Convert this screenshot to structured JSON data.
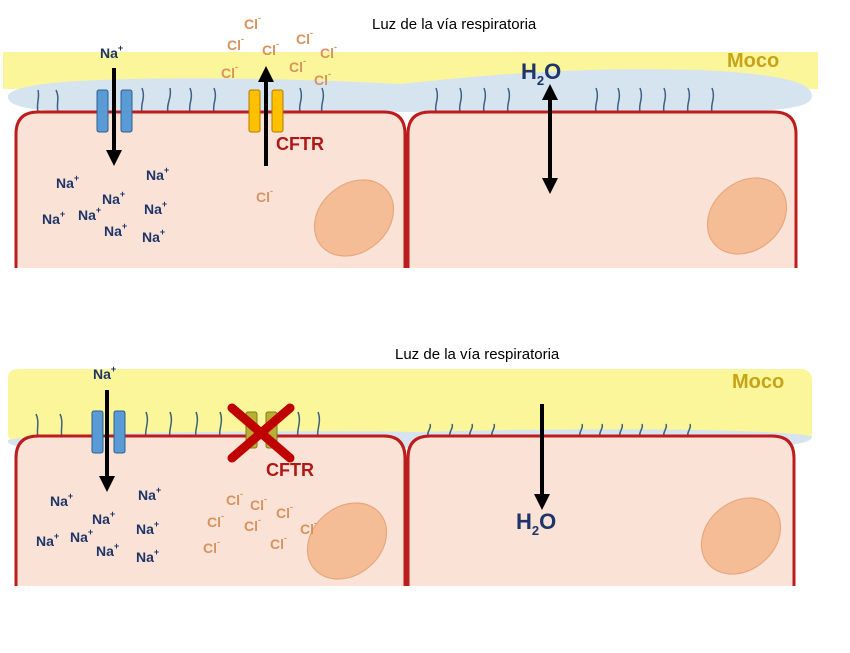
{
  "panels": [
    {
      "id": "normal",
      "title": "Luz de la vía respiratoria",
      "mucus_label": "Moco",
      "channel_label": "CFTR",
      "na_label": "Na",
      "na_charge": "+",
      "cl_label": "Cl",
      "cl_charge": "-",
      "water_label": "H",
      "water_sub": "2",
      "water_tail": "O"
    },
    {
      "id": "cystic_fibrosis",
      "title": "Luz de la vía respiratoria",
      "mucus_label": "Moco",
      "channel_label": "CFTR",
      "na_label": "Na",
      "na_charge": "+",
      "cl_label": "Cl",
      "cl_charge": "-",
      "water_label": "H",
      "water_sub": "2",
      "water_tail": "O"
    }
  ],
  "colors": {
    "mucus": "#fbf69a",
    "periciliary_liquid": "#d6e4f0",
    "cell_fill": "#fae3d6",
    "cell_border": "#bd1c1c",
    "nucleus": "#f5b98f",
    "sodium_channel": "#5b9bd5",
    "cftr_channel": "#ffc000",
    "blocked_mark": "#c00000",
    "sodium_text": "#1f3468",
    "chloride_text": "#d8925e"
  },
  "icons": [
    "sodium-channel-icon",
    "cftr-channel-icon",
    "blocked-x-icon",
    "cilia-icon",
    "nucleus-icon",
    "arrow-icon"
  ]
}
